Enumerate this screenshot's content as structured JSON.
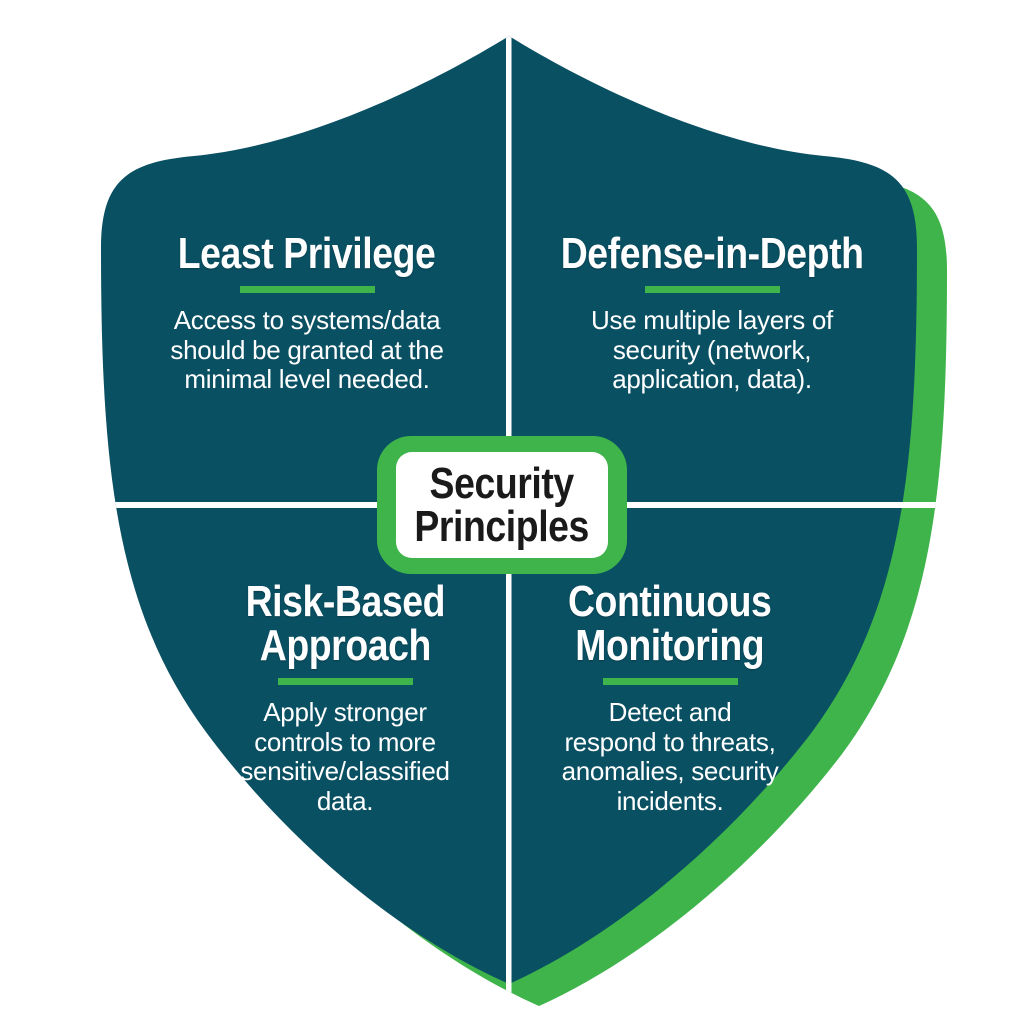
{
  "badge": {
    "title": "Security\nPrinciples"
  },
  "colors": {
    "shield_teal": "#0a5063",
    "accent_green": "#3eb44a",
    "divider_white": "#ffffff",
    "quadrant_text": "#ffffff",
    "badge_text": "#1a1a1a",
    "background": "#ffffff"
  },
  "quadrants": [
    {
      "id": "least-privilege",
      "heading": "Least Privilege",
      "body": [
        "Access to systems/data",
        "should be granted at the",
        "minimal level needed."
      ]
    },
    {
      "id": "defense-in-depth",
      "heading": "Defense-in-Depth",
      "body": [
        "Use multiple layers of",
        "security (network,",
        "application, data)."
      ]
    },
    {
      "id": "risk-based-approach",
      "heading": "Risk-Based\nApproach",
      "body": [
        "Apply stronger",
        "controls to more",
        "sensitive/classified",
        "data."
      ]
    },
    {
      "id": "continuous-monitoring",
      "heading": "Continuous\nMonitoring",
      "body": [
        "Detect and",
        "respond to threats,",
        "anomalies, security",
        "incidents."
      ]
    }
  ]
}
